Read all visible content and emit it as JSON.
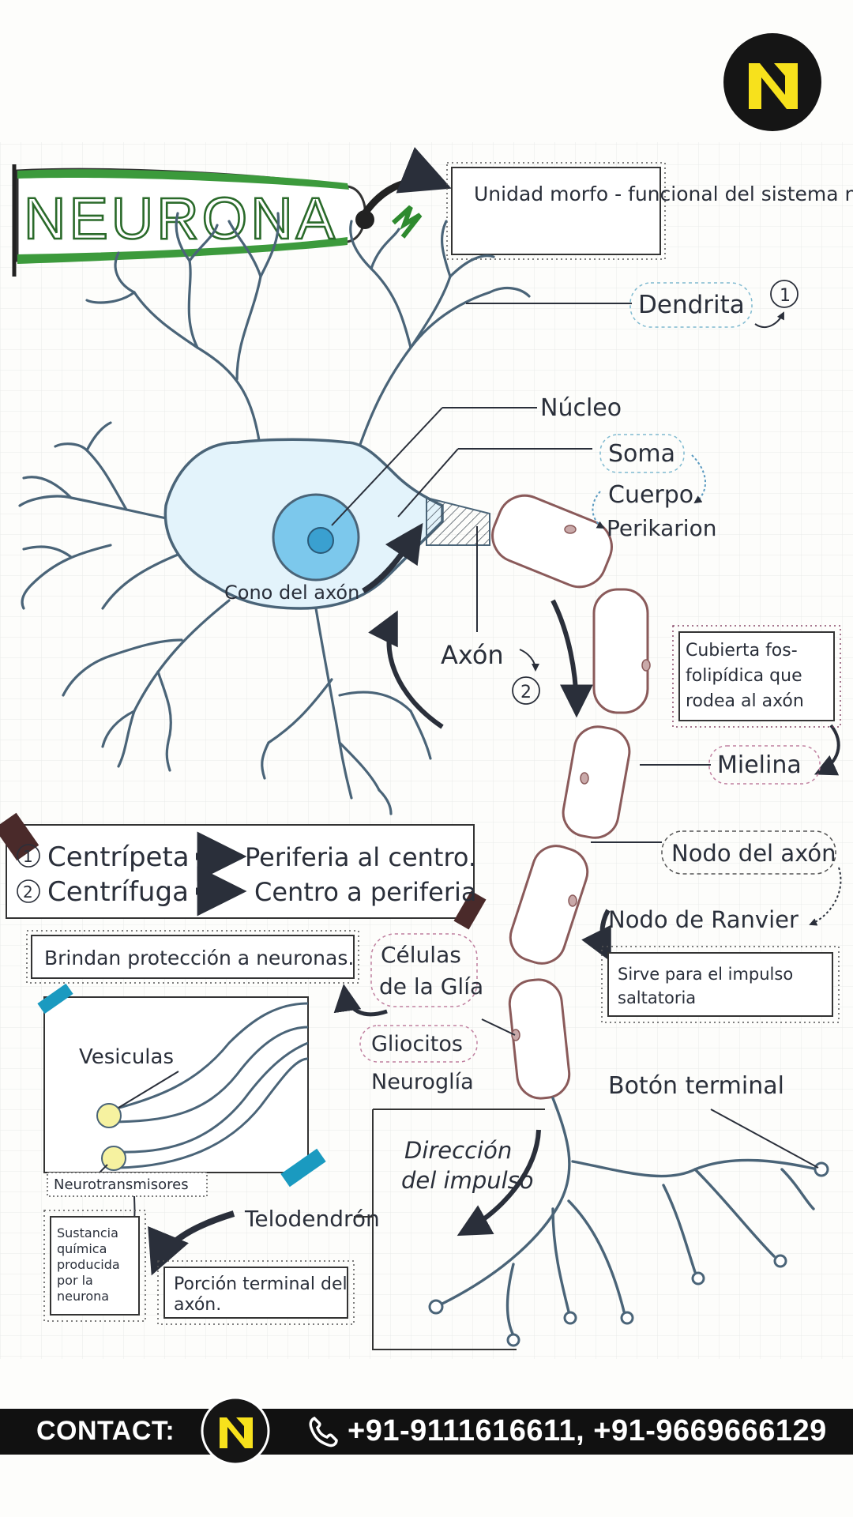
{
  "title": "NEURONA",
  "title_note": "Unidad morfo - funcional del sistema nervioso",
  "labels": {
    "dendrita": "Dendrita",
    "nucleo": "Núcleo",
    "soma": "Soma",
    "cuerpo": "Cuerpo",
    "perikarion": "Perikarion",
    "cono": "Cono del axón",
    "axon": "Axón",
    "num1": "1",
    "num2": "2",
    "cubierta_1": "Cubierta fos-",
    "cubierta_2": "folipídica que",
    "cubierta_3": "rodea al axón",
    "mielina": "Mielina",
    "nodo_axon": "Nodo del axón",
    "nodo_ranvier": "Nodo de Ranvier",
    "sirve_1": "Sirve para el impulso",
    "sirve_2": "saltatoria",
    "celulas_1": "Células",
    "celulas_2": "de la Glía",
    "gliocitos": "Gliocitos",
    "neuroglia": "Neuroglía",
    "brindan": "Brindan protección a neuronas.",
    "vesiculas": "Vesiculas",
    "neurotransmisores": "Neurotransmisores",
    "sustancia_1": "Sustancia",
    "sustancia_2": "química",
    "sustancia_3": "producida",
    "sustancia_4": "por la",
    "sustancia_5": "neurona",
    "telodendron": "Telodendrón",
    "porcion_1": "Porción terminal del",
    "porcion_2": "axón.",
    "boton": "Botón terminal",
    "direccion_1": "Dirección",
    "direccion_2": "del impulso"
  },
  "legend": {
    "row1_num": "1",
    "row1_term": "Centrípeta",
    "row1_desc": "Periferia al centro.",
    "row2_num": "2",
    "row2_term": "Centrífuga",
    "row2_desc": "Centro a periferia"
  },
  "footer": {
    "contact_label": "CONTACT:",
    "phones": "+91-9111616611,   +91-9669666129"
  },
  "colors": {
    "cell_fill": "#e3f3fb",
    "cell_stroke": "#4a6478",
    "nucleus_fill": "#7cc8ec",
    "myelin_stroke": "#8a5a5a",
    "banner_green": "#3c9a3c",
    "logo_yellow": "#f7e11c",
    "bar_bg": "#111111"
  }
}
